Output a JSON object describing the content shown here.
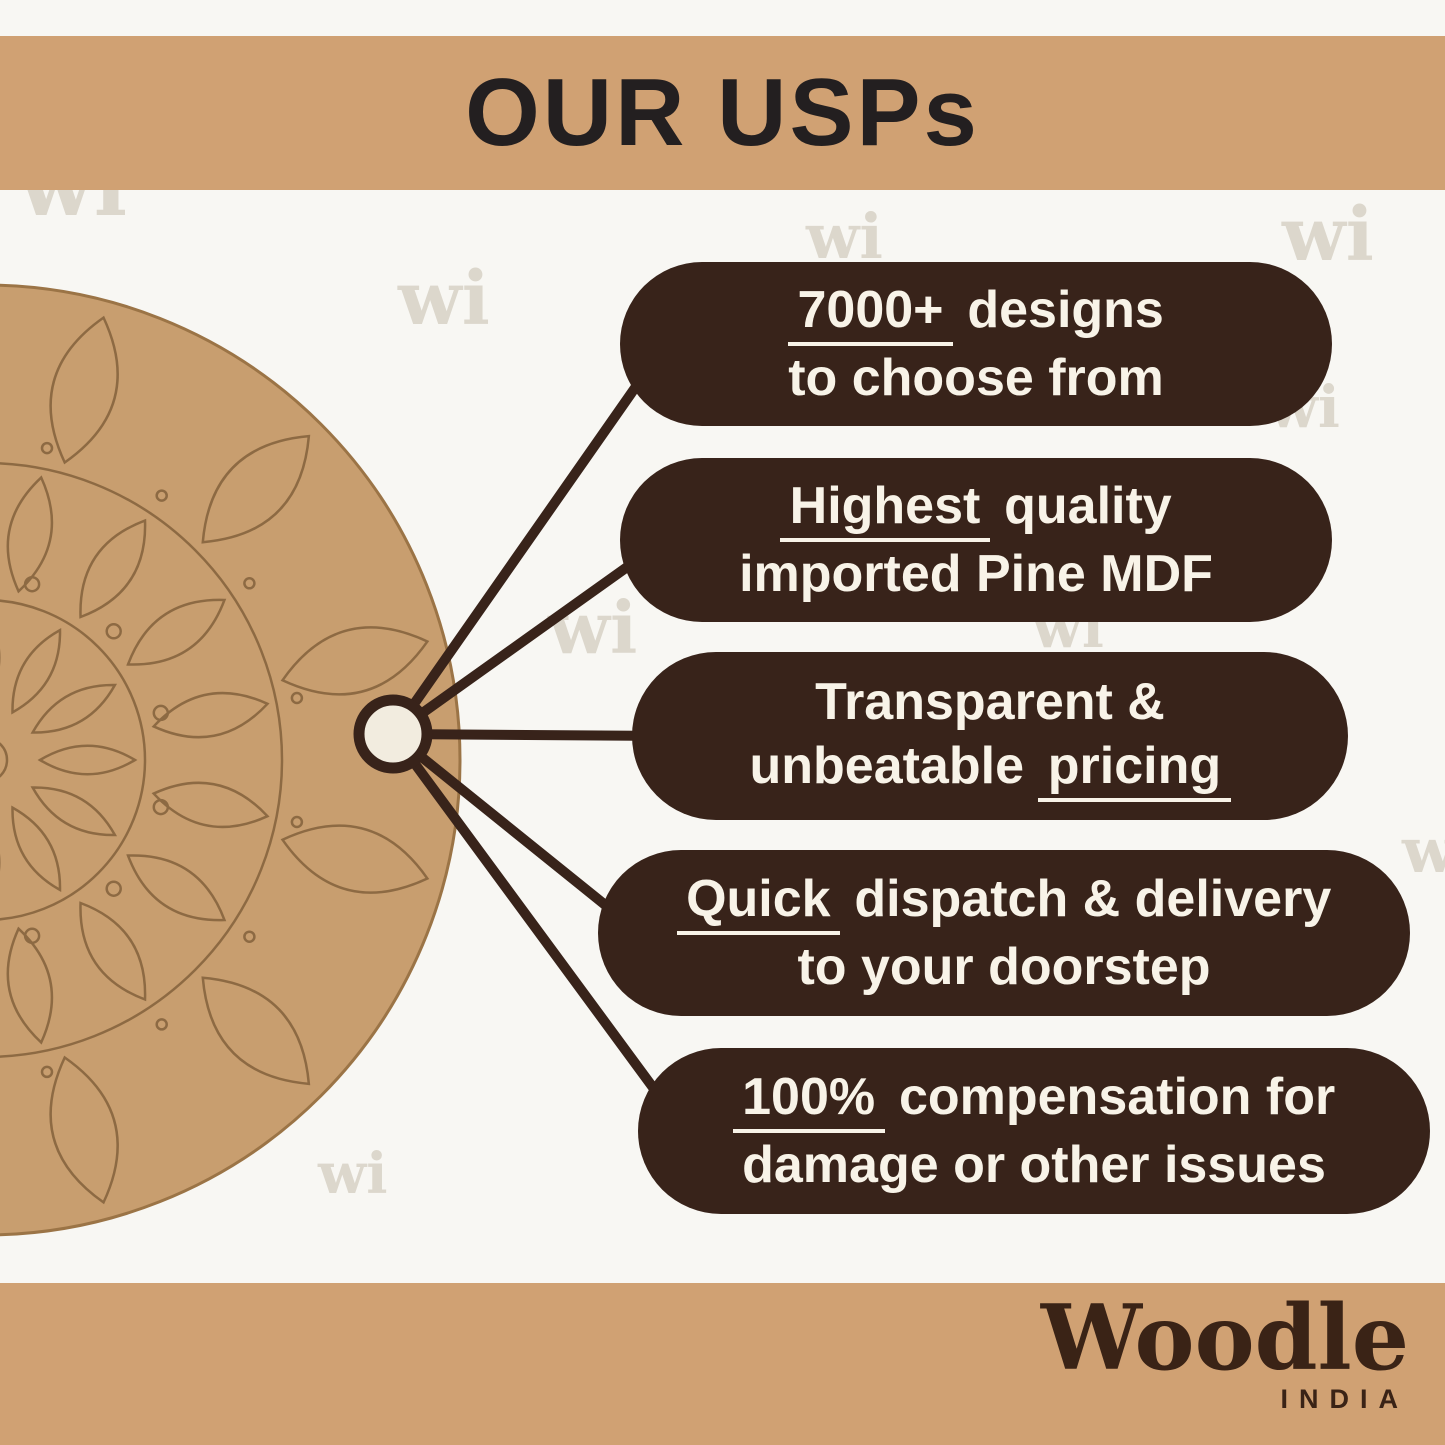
{
  "title": "OUR USPs",
  "watermark_text": "wi",
  "brand": {
    "name": "Woodle",
    "country": "INDIA"
  },
  "colors": {
    "band": "#d0a173",
    "background": "#f8f7f3",
    "pill": "#38231a",
    "pill_text": "#f8f3e8",
    "disc": "#c89e6f",
    "mandala_line": "#8d6a43",
    "connector": "#38231a",
    "title_text": "#231f20",
    "logo_text": "#3a2316",
    "watermark": "#dcd7cc"
  },
  "usps": [
    {
      "u1": "7000+",
      "t1": " designs",
      "t2": "to choose from"
    },
    {
      "u1": "Highest",
      "t1": " quality",
      "t2": "imported Pine MDF"
    },
    {
      "t1": "Transparent &",
      "t2a": "unbeatable ",
      "u2": "pricing"
    },
    {
      "u1": "Quick",
      "t1": " dispatch & delivery",
      "t2": "to your doorstep"
    },
    {
      "u1": "100%",
      "t1": " compensation for",
      "t2": "damage or other issues"
    }
  ]
}
